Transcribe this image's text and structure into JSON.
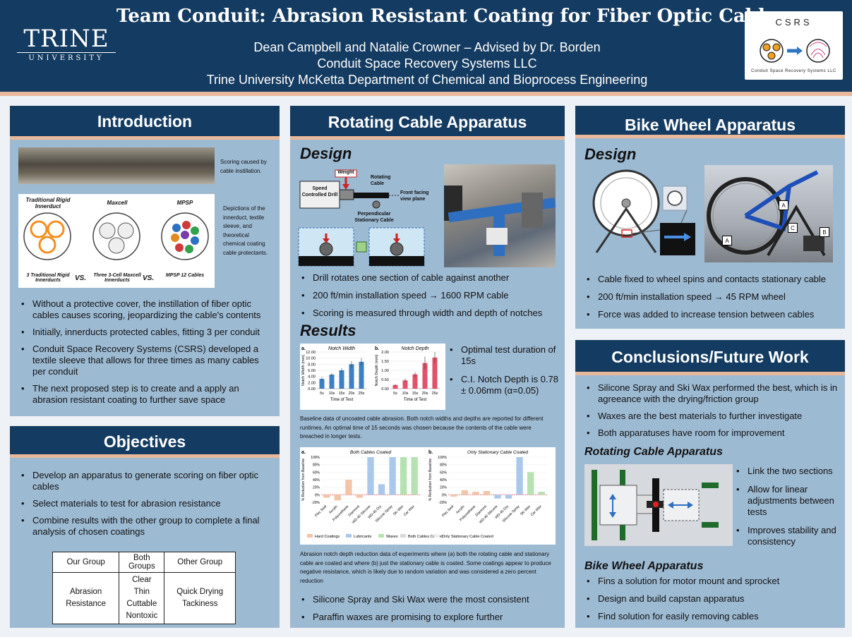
{
  "header": {
    "title": "Team Conduit: Abrasion Resistant Coating for Fiber Optic Cables",
    "authors": "Dean Campbell and Natalie Crowner – Advised by Dr. Borden",
    "company": "Conduit Space Recovery Systems LLC",
    "department": "Trine University McKetta Department of Chemical and Bioprocess Engineering",
    "trine_logo_main": "TRINE",
    "trine_logo_sub": "UNIVERSITY",
    "csrs_logo_text": "CSRS",
    "csrs_logo_caption": "Conduit Space Recovery Systems LLC"
  },
  "introduction": {
    "title": "Introduction",
    "scoring_caption": "Scoring caused by cable instillation.",
    "depictions_caption": "Depictions of the innerduct, textile sleeve, and theoretical chemical coating cable protectants.",
    "diagram": {
      "labels_top": [
        "Traditional Rigid Innerduct",
        "Maxcell",
        "MPSP"
      ],
      "labels_bottom": [
        "3 Traditional Rigid Innerducts",
        "Three 3-Cell Maxcell Innerducts",
        "MPSP 12 Cables"
      ],
      "vs": "VS."
    },
    "bullets": [
      "Without a protective cover, the instillation of fiber optic cables causes scoring, jeopardizing the cable's contents",
      "Initially, innerducts protected cables, fitting 3 per conduit",
      "Conduit Space Recovery Systems (CSRS) developed a textile sleeve that allows for three times as many cables per conduit",
      "The next proposed step is to create and a apply an abrasion resistant coating to further save space"
    ]
  },
  "objectives": {
    "title": "Objectives",
    "bullets": [
      "Develop an apparatus to generate scoring on fiber optic cables",
      "Select materials to test for abrasion resistance",
      "Combine results with the other group to complete a final analysis of chosen coatings"
    ],
    "table": {
      "headers": [
        "Our Group",
        "Both Groups",
        "Other Group"
      ],
      "our_group": "Abrasion Resistance",
      "both_groups": [
        "Clear",
        "Thin",
        "Cuttable",
        "Nontoxic"
      ],
      "other_group": "Quick Drying Tackiness"
    }
  },
  "rotating": {
    "title": "Rotating Cable Apparatus",
    "design_label": "Design",
    "diagram_labels": {
      "weight": "Weight",
      "drill": "Speed Controlled Drill",
      "rotating_cable": "Rotating Cable",
      "front_view": "Front facing view plane",
      "perp_cable": "Perpendicular Stationary Cable"
    },
    "design_bullets": [
      "Drill rotates one section of cable against another",
      "200 ft/min installation speed → 1600 RPM cable",
      "Scoring is measured through width and depth of notches"
    ],
    "results_label": "Results",
    "results_bullets": [
      "Optimal test duration of 15s",
      "C.I. Notch Depth is 0.78 ± 0.06mm (α=0.05)"
    ],
    "caption1": "Baseline data of uncoated cable abrasion. Both notch widths and depths are reported for different runtimes. An optimal time of 15 seconds was chosen because the contents of the cable were breached in longer tests.",
    "caption2": "Abrasion notch depth reduction data of experiments where (a) both the rotating cable and stationary cable are coated and where (b) just the stationary cable is coated. Some coatings appear to produce negative resistance, which is likely due to random variation and was considered a zero percent reduction",
    "final_bullets": [
      "Silicone Spray and Ski Wax were the most consistent",
      "Paraffin waxes are promising to explore further"
    ]
  },
  "bike": {
    "title": "Bike Wheel Apparatus",
    "design_label": "Design",
    "photo_labels": [
      "A",
      "A",
      "B",
      "C"
    ],
    "bullets": [
      "Cable fixed to wheel spins and contacts stationary cable",
      "200 ft/min installation speed → 45 RPM wheel",
      "Force was added to increase tension between cables"
    ]
  },
  "conclusions": {
    "title": "Conclusions/Future Work",
    "bullets": [
      "Silicone Spray and Ski Wax performed the best, which is in agreeance with the drying/friction group",
      "Waxes are the best materials to further investigate",
      "Both apparatuses have room for improvement"
    ],
    "rotating_label": "Rotating Cable Apparatus",
    "rotating_bullets": [
      "Link the two sections",
      "Allow for linear adjustments between tests",
      "Improves stability and consistency"
    ],
    "bike_label": "Bike Wheel Apparatus",
    "bike_bullets": [
      "Fins a solution for motor mount and sprocket",
      "Design and build capstan apparatus",
      "Find solution for easily removing cables"
    ]
  },
  "chart_data": [
    {
      "type": "bar",
      "panel": "a.",
      "title": "Notch Width",
      "xlabel": "Time of Test",
      "ylabel": "Notch Width (mm)",
      "categories": [
        "5s",
        "10s",
        "15s",
        "20s",
        "25s"
      ],
      "values": [
        3.2,
        4.6,
        6.0,
        8.0,
        8.8
      ],
      "errors": [
        0.6,
        0.5,
        0.7,
        1.0,
        1.2
      ],
      "ylim": [
        0,
        12
      ],
      "yticks": [
        "0.00",
        "2.00",
        "4.00",
        "6.00",
        "8.00",
        "10.00",
        "12.00"
      ],
      "color": "#3d7fc4"
    },
    {
      "type": "bar",
      "panel": "b.",
      "title": "Notch Depth",
      "xlabel": "Time of Test",
      "ylabel": "Notch Depth (mm)",
      "categories": [
        "5s",
        "10s",
        "15s",
        "20s",
        "25s"
      ],
      "values": [
        0.2,
        0.45,
        0.78,
        1.4,
        1.7
      ],
      "errors": [
        0.05,
        0.1,
        0.12,
        0.35,
        0.3
      ],
      "ylim": [
        0,
        2
      ],
      "yticks": [
        "0.00",
        "0.50",
        "1.00",
        "1.50",
        "2.00"
      ],
      "color": "#e2506a"
    },
    {
      "type": "bar",
      "panel": "a.",
      "title": "Both Cables Coated",
      "ylabel": "% Reduction from Baseline",
      "categories": [
        "Flex Seal",
        "Acrylic",
        "Polyurethane",
        "Diamond",
        "WD-40 Silicone",
        "WD-40 Dry",
        "Silicone Spray",
        "Ski Wax",
        "Car Wax"
      ],
      "groups": [
        "Hard Coatings",
        "Hard Coatings",
        "Hard Coatings",
        "Hard Coatings",
        "Lubricants",
        "Lubricants",
        "Lubricants",
        "Waxes",
        "Waxes"
      ],
      "values": [
        -8,
        -15,
        40,
        -8,
        100,
        28,
        100,
        100,
        100
      ],
      "ylim": [
        -20,
        100
      ],
      "yticks": [
        "-20%",
        "0%",
        "20%",
        "40%",
        "60%",
        "80%",
        "100%"
      ],
      "legend": [
        "Hard Coatings",
        "Lubricants",
        "Waxes",
        "Both Cables Coated"
      ],
      "colors": {
        "Hard Coatings": "#f2c4a8",
        "Lubricants": "#a9c8ea",
        "Waxes": "#b5e2b0",
        "Both Cables Coated": "#d9d9d9"
      }
    },
    {
      "type": "bar",
      "panel": "b.",
      "title": "Only Stationary Cable Coated",
      "ylabel": "% Reduction from Baseline",
      "categories": [
        "Flex Seal",
        "Acrylic",
        "Polyurethane",
        "Diamond",
        "WD-40 Silicone",
        "WD-40 Dry",
        "Silicone Spray",
        "Ski Wax",
        "Car Wax"
      ],
      "groups": [
        "Hard Coatings",
        "Hard Coatings",
        "Hard Coatings",
        "Hard Coatings",
        "Lubricants",
        "Lubricants",
        "Lubricants",
        "Waxes",
        "Waxes"
      ],
      "values": [
        -5,
        12,
        8,
        10,
        -10,
        -10,
        100,
        60,
        8
      ],
      "ylim": [
        -20,
        100
      ],
      "yticks": [
        "-20%",
        "0%",
        "20%",
        "40%",
        "60%",
        "80%",
        "100%"
      ],
      "legend": [
        "Only Stationary Cable Coated"
      ],
      "colors": {
        "Hard Coatings": "#f2c4a8",
        "Lubricants": "#a9c8ea",
        "Waxes": "#b5e2b0",
        "Only Stationary Cable Coated": "#eeeeee"
      }
    }
  ]
}
